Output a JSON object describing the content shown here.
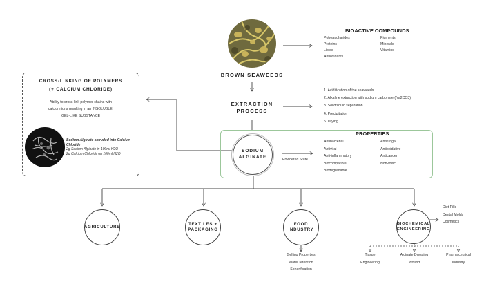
{
  "seaweed": {
    "label": "BROWN SEAWEEDS"
  },
  "bioactive": {
    "title": "BIOACTIVE COMPOUNDS:",
    "col1": [
      "Polysaccharides",
      "Proteins",
      "Lipids",
      "Antioxidants"
    ],
    "col2": [
      "Pigments",
      "Minerals",
      "Vitamins"
    ]
  },
  "extraction": {
    "title_line1": "EXTRACTION",
    "title_line2": "PROCESS",
    "steps": [
      "1. Acidification of the seaweeds.",
      "2. Alkaline extraction with sodium carbonate (Na2CO3)",
      "3. Solid/liquid separation",
      "4. Precipitation",
      "5. Drying"
    ]
  },
  "crosslink": {
    "title_line1": "CROSS-LINKING OF POLYMERS",
    "title_line2": "(+ CALCIUM CHLORIDE)",
    "desc_line1": "Ability to cross-link polymer chains with",
    "desc_line2": "calcium ions resulting in an INSOLUBLE,",
    "desc_line3": "GEL-LIKE SUBSTANCE",
    "caption_title_line1": "Sodium Alginate extruded into Calcium",
    "caption_title_line2": "Chloride",
    "caption_line1": "2g Sodium Alginate in 100ml H2O",
    "caption_line2": "2g Calcium Chloride on 100ml H2O"
  },
  "alginate": {
    "label_line1": "SODIUM",
    "label_line2": "ALGINATE",
    "state": "Powdered State"
  },
  "properties": {
    "title": "PROPERTIES:",
    "col1": [
      "Antibacterial",
      "Antiviral",
      "Anti-inflammatory",
      "Biocompatible",
      "Biodegradable"
    ],
    "col2": [
      "Antifungal",
      "Antioxidative",
      "Anticancer",
      "Non-toxic"
    ]
  },
  "applications": {
    "agriculture": "AGRICULTURE",
    "textiles_line1": "TEXTILES +",
    "textiles_line2": "PACKAGING",
    "food_line1": "FOOD",
    "food_line2": "INDUSTRY",
    "food_items": [
      "Gelling Properties",
      "Water retention",
      "Spherification"
    ],
    "biochem_line1": "BIOCHEMICAL",
    "biochem_line2": "ENGINEERING",
    "biochem_side": [
      "Diet Pills",
      "Dental Molds",
      "Cosmetics"
    ],
    "tissue_line1": "Tissue",
    "tissue_line2": "Engineering",
    "dressing_line1": "Alginate Dressing",
    "dressing_line2": "Wound",
    "pharma_line1": "Pharmaceutical",
    "pharma_line2": "Industry"
  },
  "colors": {
    "accent_green": "#9cc79b",
    "line": "#444444"
  }
}
